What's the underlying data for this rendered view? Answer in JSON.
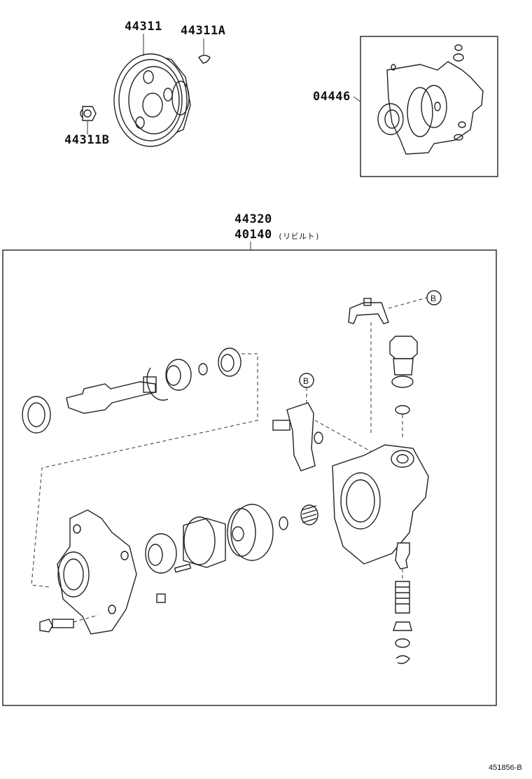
{
  "labels": {
    "pulley": "44311",
    "key": "44311A",
    "nut": "44311B",
    "gasket_kit": "04446",
    "pump_assy": "44320",
    "rebuilt_pump": "40140",
    "rebuilt_note": "(リビルト)",
    "ref_b1": "B",
    "ref_b2": "B"
  },
  "footer": {
    "figure_code": "451856-B"
  }
}
